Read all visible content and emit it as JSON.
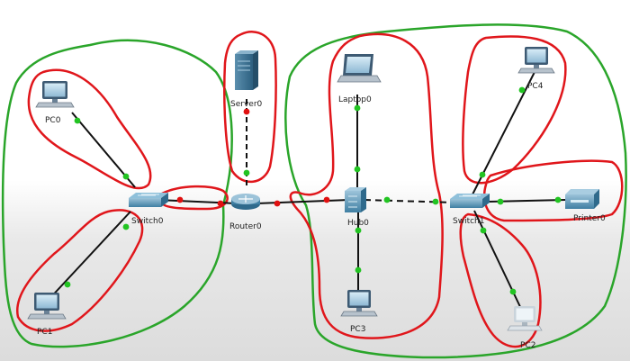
{
  "devices": {
    "pc0": {
      "label": "PC0",
      "icon": "desktop-pc-icon"
    },
    "pc1": {
      "label": "PC1",
      "icon": "desktop-pc-icon"
    },
    "switch0": {
      "label": "Switch0",
      "icon": "switch-icon"
    },
    "server0": {
      "label": "Server0",
      "icon": "server-icon"
    },
    "router0": {
      "label": "Router0",
      "icon": "router-icon"
    },
    "laptop0": {
      "label": "Laptop0",
      "icon": "laptop-icon"
    },
    "hub0": {
      "label": "Hub0",
      "icon": "hub-icon"
    },
    "pc3": {
      "label": "PC3",
      "icon": "desktop-pc-icon"
    },
    "switch1": {
      "label": "Switch1",
      "icon": "switch-icon"
    },
    "pc4": {
      "label": "PC4",
      "icon": "desktop-pc-icon"
    },
    "printer0": {
      "label": "Printer0",
      "icon": "printer-icon"
    },
    "pc2": {
      "label": "PC2",
      "icon": "desktop-pc-icon"
    }
  },
  "links": [
    {
      "from": "pc0",
      "to": "switch0",
      "cable": "straight-through",
      "status": "up"
    },
    {
      "from": "pc1",
      "to": "switch0",
      "cable": "straight-through",
      "status": "up"
    },
    {
      "from": "switch0",
      "to": "router0",
      "cable": "straight-through",
      "status": "down"
    },
    {
      "from": "server0",
      "to": "router0",
      "cable": "crossover",
      "status": "mixed"
    },
    {
      "from": "router0",
      "to": "hub0",
      "cable": "straight-through",
      "status": "down"
    },
    {
      "from": "laptop0",
      "to": "hub0",
      "cable": "straight-through",
      "status": "up"
    },
    {
      "from": "pc3",
      "to": "hub0",
      "cable": "straight-through",
      "status": "up"
    },
    {
      "from": "hub0",
      "to": "switch1",
      "cable": "crossover",
      "status": "up"
    },
    {
      "from": "pc4",
      "to": "switch1",
      "cable": "straight-through",
      "status": "up"
    },
    {
      "from": "printer0",
      "to": "switch1",
      "cable": "straight-through",
      "status": "up"
    },
    {
      "from": "pc2",
      "to": "switch1",
      "cable": "straight-through",
      "status": "up"
    }
  ],
  "colors": {
    "link_up": "#22c422",
    "link_down": "#e01010",
    "collision_domain_outline": "#e0161b",
    "broadcast_domain_outline": "#2aa52a",
    "cable": "#111111"
  }
}
